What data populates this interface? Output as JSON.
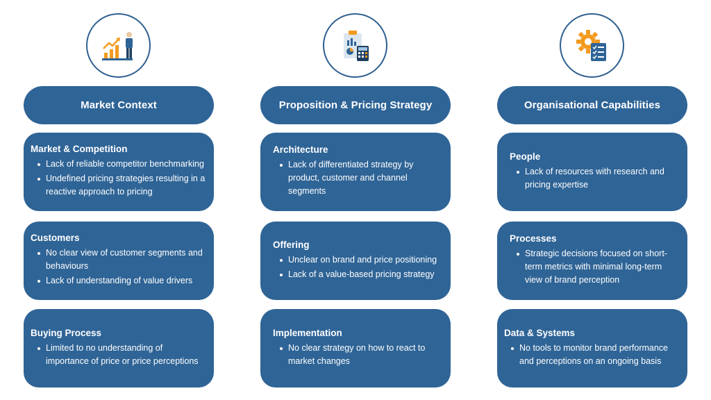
{
  "colors": {
    "primary": "#2f6496",
    "accent": "#f29a1f",
    "text_on_primary": "#ffffff"
  },
  "columns": [
    {
      "icon": "growth-chart-person-icon",
      "title": "Market Context",
      "cards": [
        {
          "title": "Market & Competition",
          "bullets": [
            "Lack of reliable competitor benchmarking",
            "Undefined pricing strategies resulting in a reactive approach to pricing"
          ]
        },
        {
          "title": "Customers",
          "bullets": [
            "No clear view of customer segments and behaviours",
            "Lack of understanding of value drivers"
          ]
        },
        {
          "title": "Buying Process",
          "bullets": [
            "Limited to no understanding of importance of price or price perceptions"
          ]
        }
      ]
    },
    {
      "icon": "clipboard-calculator-icon",
      "title": "Proposition & Pricing Strategy",
      "cards": [
        {
          "title": "Architecture",
          "bullets": [
            "Lack of differentiated strategy by product, customer and channel segments"
          ]
        },
        {
          "title": "Offering",
          "bullets": [
            "Unclear on brand and price positioning",
            "Lack of a value-based pricing strategy"
          ]
        },
        {
          "title": "Implementation",
          "bullets": [
            "No clear strategy on how to react to market changes"
          ]
        }
      ]
    },
    {
      "icon": "gear-checklist-icon",
      "title": "Organisational Capabilities",
      "cards": [
        {
          "title": "People",
          "bullets": [
            "Lack of resources with research and pricing expertise"
          ]
        },
        {
          "title": "Processes",
          "bullets": [
            "Strategic decisions focused on short-term metrics with minimal long-term view of brand perception"
          ]
        },
        {
          "title": "Data & Systems",
          "bullets": [
            "No tools to monitor brand performance and perceptions on an ongoing basis"
          ]
        }
      ]
    }
  ]
}
